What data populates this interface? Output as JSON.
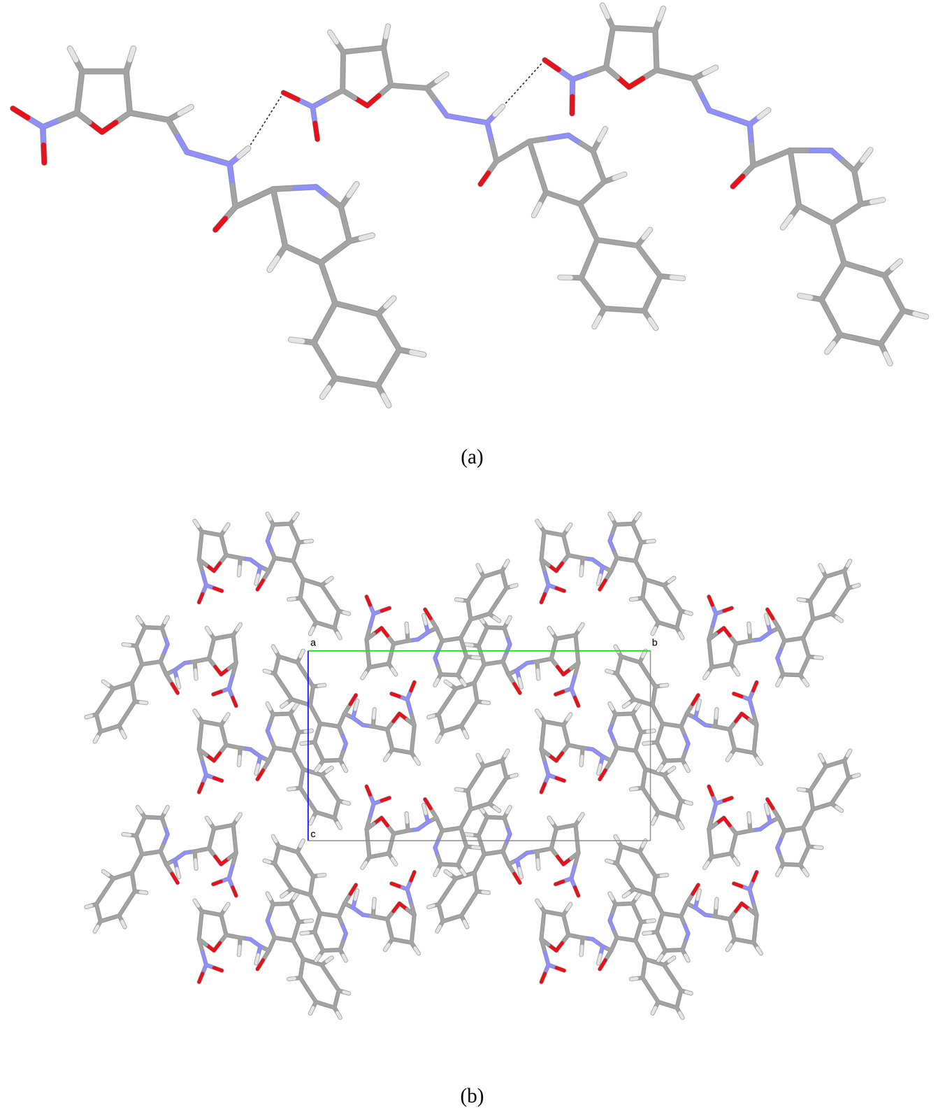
{
  "diagram": {
    "labels": [
      "(a)",
      "a",
      "b",
      "c",
      "(b)"
    ]
  }
}
